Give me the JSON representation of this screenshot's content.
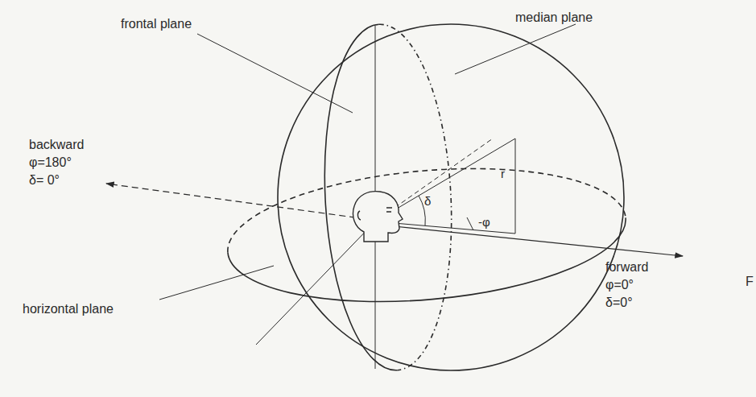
{
  "diagram": {
    "labels": [
      "frontal plane",
      "median plane",
      "backward",
      "φ=180°",
      "δ= 0°",
      "horizontal plane",
      "forward",
      "φ=0°",
      "δ=0°",
      "r",
      "δ",
      "-φ",
      "F"
    ]
  }
}
